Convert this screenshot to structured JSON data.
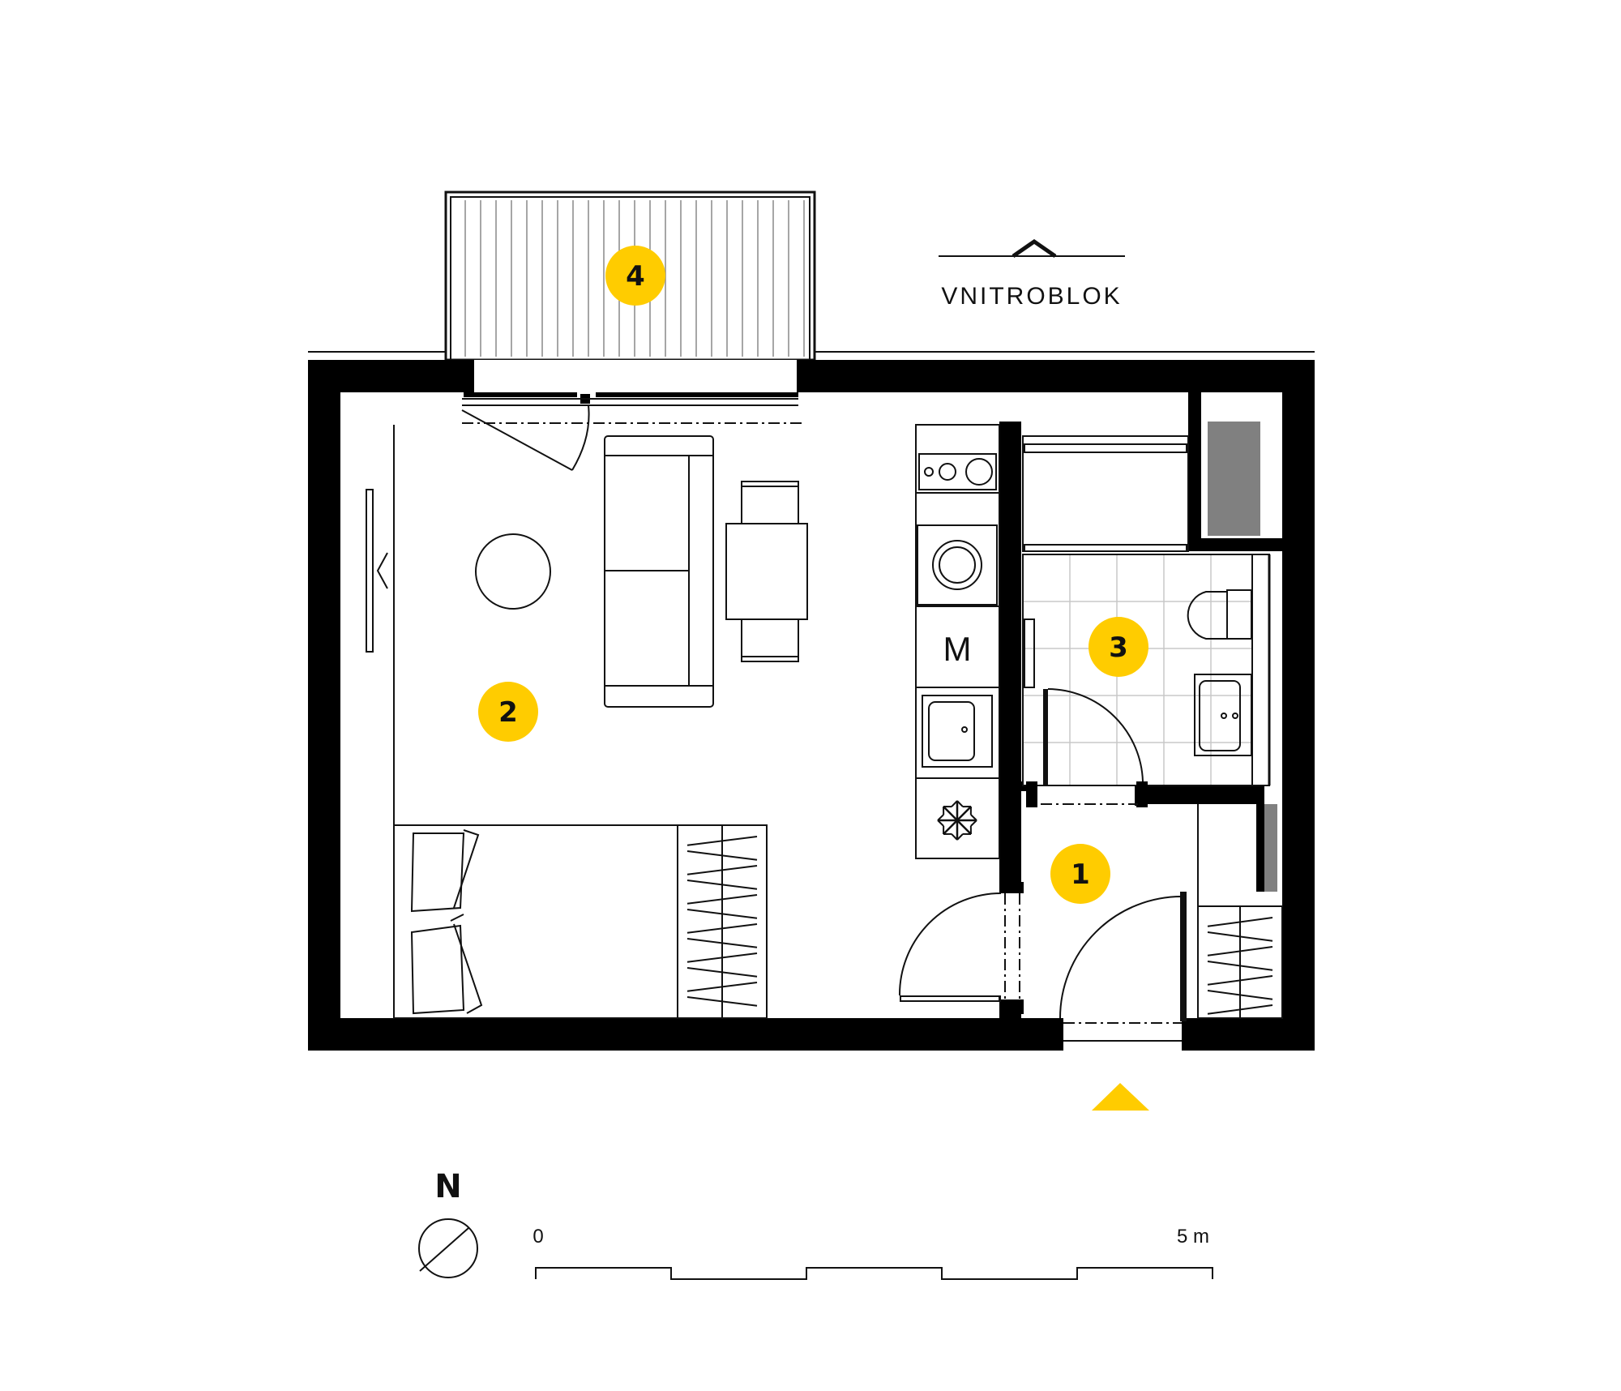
{
  "plan": {
    "courtyard_label": "VNITROBLOK",
    "appliance_microwave_label": "M",
    "room_markers": [
      {
        "id": "1",
        "label": "1"
      },
      {
        "id": "2",
        "label": "2"
      },
      {
        "id": "3",
        "label": "3"
      },
      {
        "id": "4",
        "label": "4"
      }
    ],
    "colors": {
      "marker": "#FFCC00",
      "wall": "#000000",
      "storage_dark": "#808080",
      "tile_grid": "#C8C8C8"
    }
  },
  "north_arrow": {
    "label": "N",
    "icon": "compass-icon"
  },
  "scale_bar": {
    "start_label": "0",
    "end_label": "5 m"
  },
  "entrance": {
    "icon": "entrance-arrow-icon"
  }
}
